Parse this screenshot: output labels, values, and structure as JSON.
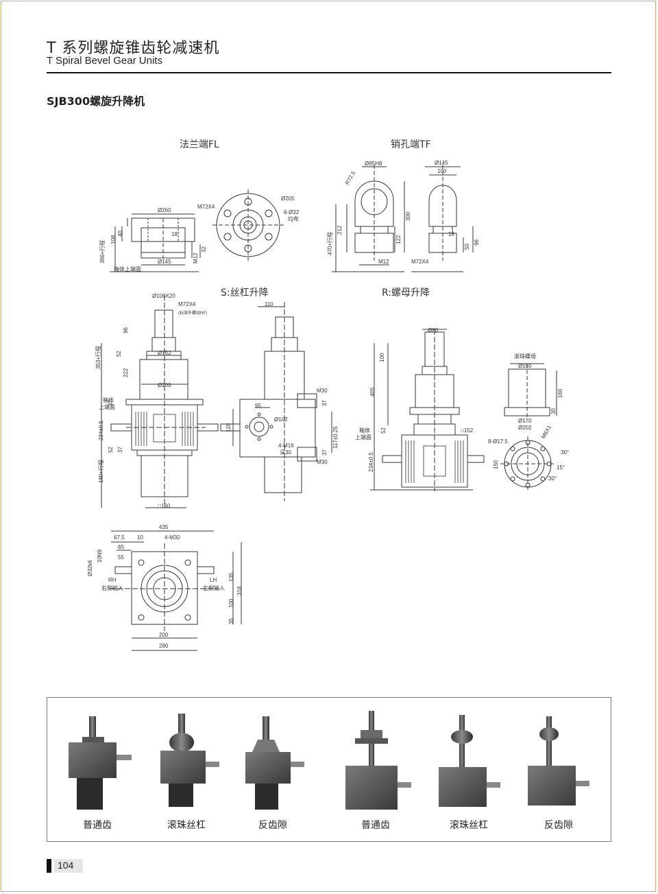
{
  "header": {
    "title_cn": "T 系列螺旋锥齿轮减速机",
    "title_en": "T Spiral Bevel Gear Units",
    "subtitle": "SJB300螺旋升降机"
  },
  "sections": {
    "fl": "法兰端FL",
    "tf": "销孔端TF",
    "s": "S:丝杠升降",
    "r": "R:螺母升降"
  },
  "dims_fl": {
    "d260": "Ø260",
    "d40": "40",
    "d108": "108",
    "d18": "18",
    "stroke": "366+行程",
    "d145": "Ø145",
    "m12": "M12",
    "d32": "32",
    "top": "箱体上端面",
    "m72": "M72X4",
    "d205": "Ø205",
    "holes": "6-Ø32",
    "even": "均布"
  },
  "dims_tf": {
    "d85": "Ø85H8",
    "r72": "R72.5",
    "d212": "212",
    "d300": "300",
    "d122": "122",
    "stroke": "470+行程",
    "m12": "M12",
    "d145": "Ø145",
    "d100": "100",
    "d18": "18",
    "d50": "50",
    "d96": "96",
    "m72": "M72X4"
  },
  "dims_s": {
    "d100": "Ø100X20",
    "m72": "M72X4",
    "note": "(标准外螺纹NF)",
    "d96": "96",
    "stroke353": "353+行程",
    "d52": "52",
    "d152": "Ø152",
    "d222": "222",
    "d200": "Ø200",
    "top1": "箱体",
    "top2": "上端面",
    "d37": "37",
    "d234": "234±0.5",
    "d52b": "52",
    "d37b": "37",
    "stroke180": "180+行程",
    "sq160": "□160",
    "d110": "110",
    "m30": "M30",
    "d37c": "37",
    "d95": "95",
    "d102": "Ø102",
    "d128": "128",
    "m16": "4-M16",
    "deep": "深30",
    "d117": "117±0.25",
    "d37d": "37",
    "m30b": "M30"
  },
  "dims_r": {
    "d80": "Ø80",
    "d100": "100",
    "d405": "405",
    "d52": "52",
    "sq152": "□152",
    "top1": "箱体",
    "top2": "上端面",
    "d234": "234±0.5",
    "nut": "滚珠螺母",
    "d150": "Ø150",
    "d160": "160",
    "d30": "30",
    "d170": "Ø170",
    "d202": "Ø202",
    "holes": "8-Ø17.5",
    "m6": "M6X1",
    "a30": "30°",
    "a15": "15°",
    "a30b": "30°",
    "d150b": "150"
  },
  "dims_plan": {
    "d435": "435",
    "d675": "67.5",
    "d10": "10",
    "m30": "4-M30",
    "d65": "65",
    "d55": "55",
    "key": "10N9",
    "shaft": "Ø32k6",
    "rh": "RH",
    "rh_cn": "右侧输入",
    "lh": "LH",
    "lh_cn": "左侧输入",
    "d135": "135",
    "d318": "318",
    "d100": "100",
    "d35": "35",
    "d200": "200",
    "d280": "280"
  },
  "photos": {
    "captions": [
      "普通齿",
      "滚珠丝杠",
      "反齿隙",
      "普通齿",
      "滚珠丝杠",
      "反齿隙"
    ]
  },
  "footer": {
    "page": "104"
  },
  "colors": {
    "border": "#f2a04a",
    "rule": "#111111",
    "line": "#333333"
  }
}
